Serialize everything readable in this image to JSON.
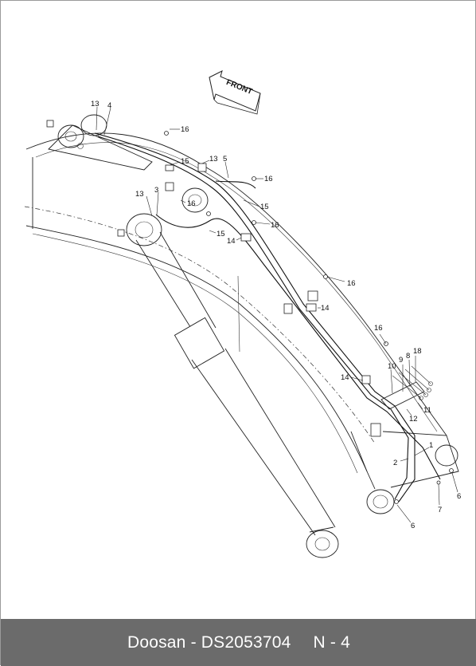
{
  "diagram": {
    "arrow_label": "FRONT",
    "callouts": [
      {
        "id": "c13a",
        "text": "13"
      },
      {
        "id": "c4",
        "text": "4"
      },
      {
        "id": "c16a",
        "text": "16"
      },
      {
        "id": "c15a",
        "text": "15"
      },
      {
        "id": "c13b",
        "text": "13"
      },
      {
        "id": "c5",
        "text": "5"
      },
      {
        "id": "c16b",
        "text": "16"
      },
      {
        "id": "c13c",
        "text": "13"
      },
      {
        "id": "c3",
        "text": "3"
      },
      {
        "id": "c16c",
        "text": "16"
      },
      {
        "id": "c15b",
        "text": "15"
      },
      {
        "id": "c16d",
        "text": "16"
      },
      {
        "id": "c15c",
        "text": "15"
      },
      {
        "id": "c14a",
        "text": "14"
      },
      {
        "id": "c16e",
        "text": "16"
      },
      {
        "id": "c14b",
        "text": "14"
      },
      {
        "id": "c16f",
        "text": "16"
      },
      {
        "id": "c9",
        "text": "9"
      },
      {
        "id": "c8",
        "text": "8"
      },
      {
        "id": "c18",
        "text": "18"
      },
      {
        "id": "c10",
        "text": "10"
      },
      {
        "id": "c14c",
        "text": "14"
      },
      {
        "id": "c11",
        "text": "11"
      },
      {
        "id": "c12",
        "text": "12"
      },
      {
        "id": "c1",
        "text": "1"
      },
      {
        "id": "c2",
        "text": "2"
      },
      {
        "id": "c6a",
        "text": "6"
      },
      {
        "id": "c7",
        "text": "7"
      },
      {
        "id": "c6b",
        "text": "6"
      }
    ]
  },
  "footer": {
    "brand_part": "Doosan - DS2053704",
    "page": "N - 4"
  }
}
